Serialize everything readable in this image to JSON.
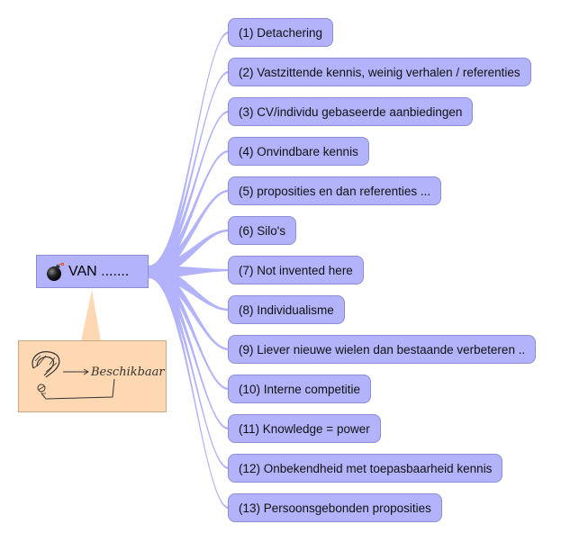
{
  "colors": {
    "node_fill": "#b3b3fb",
    "node_border": "#8e8ed6",
    "link": "#b3b3fb",
    "note_fill": "#fdd8b2"
  },
  "central": {
    "icon": "bomb-icon",
    "label": "VAN ......."
  },
  "note": {
    "handwriting": "Beschikbaar",
    "icon": "question-mark-sketch"
  },
  "children": [
    {
      "label": "(1) Detachering"
    },
    {
      "label": "(2) Vastzittende kennis, weinig verhalen / referenties"
    },
    {
      "label": "(3) CV/individu gebaseerde aanbiedingen"
    },
    {
      "label": "(4) Onvindbare kennis"
    },
    {
      "label": "(5) proposities en dan referenties ..."
    },
    {
      "label": "(6) Silo's"
    },
    {
      "label": "(7) Not invented here"
    },
    {
      "label": "(8) Individualisme"
    },
    {
      "label": "(9) Liever nieuwe wielen dan bestaande verbeteren .."
    },
    {
      "label": "(10) Interne competitie"
    },
    {
      "label": "(11) Knowledge = power"
    },
    {
      "label": "(12) Onbekendheid met toepasbaarheid kennis"
    },
    {
      "label": "(13) Persoonsgebonden proposities"
    }
  ]
}
